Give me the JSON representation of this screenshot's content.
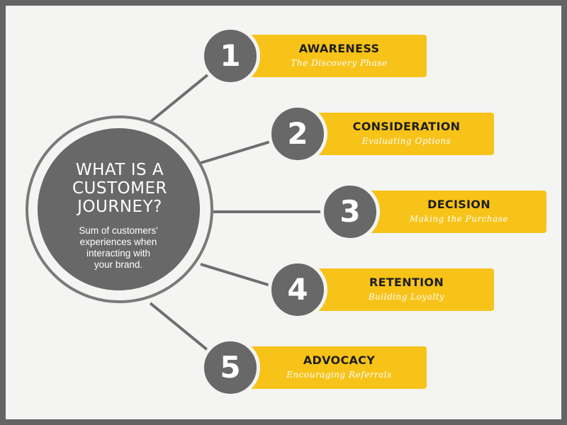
{
  "hub": {
    "title_lines": [
      "WHAT IS A",
      "CUSTOMER",
      "JOURNEY?"
    ],
    "description_lines": [
      "Sum of customers'",
      "experiences when",
      "interacting with",
      "your brand."
    ]
  },
  "stages": [
    {
      "number": "1",
      "title": "AWARENESS",
      "subtitle": "The Discovery Phase"
    },
    {
      "number": "2",
      "title": "CONSIDERATION",
      "subtitle": "Evaluating Options"
    },
    {
      "number": "3",
      "title": "DECISION",
      "subtitle": "Making the Purchase"
    },
    {
      "number": "4",
      "title": "RETENTION",
      "subtitle": "Building Loyalty"
    },
    {
      "number": "5",
      "title": "ADVOCACY",
      "subtitle": "Encouraging Referrals"
    }
  ],
  "colors": {
    "accent": "#f7c319",
    "dark_gray": "#686868",
    "background": "#f4f4f3",
    "frame": "#646464"
  }
}
